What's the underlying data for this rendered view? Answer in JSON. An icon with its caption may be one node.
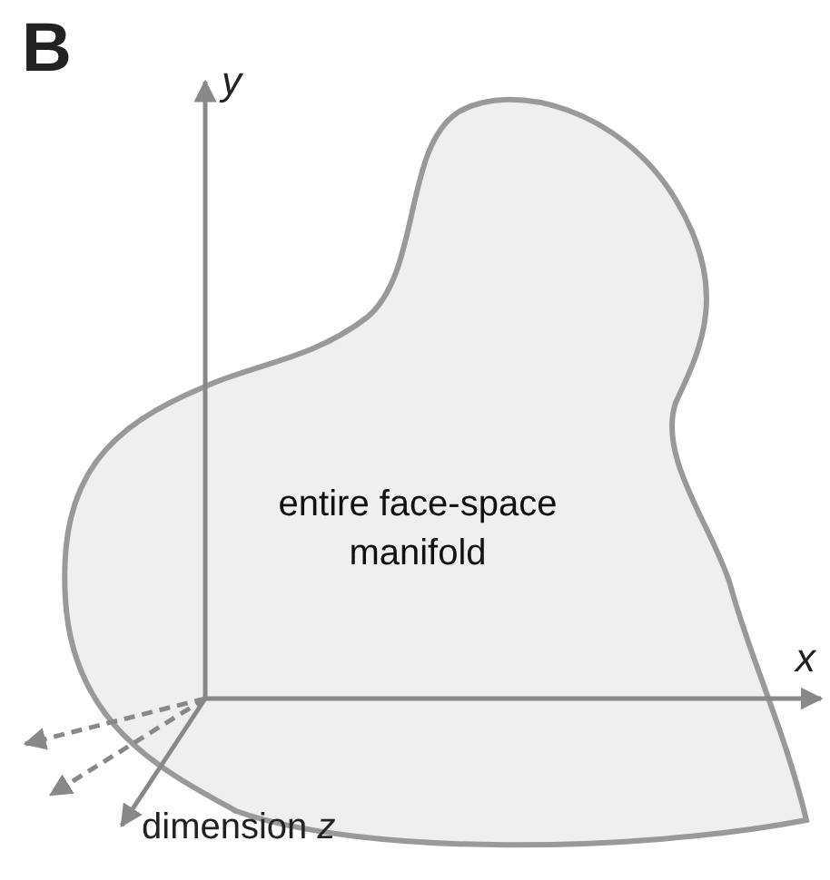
{
  "diagram": {
    "nodes": [
      {
        "text": [
          "entire face-space manifold"
        ]
      }
    ],
    "labels": [
      "B",
      "y",
      "x",
      "dimension *z*"
    ]
  }
}
